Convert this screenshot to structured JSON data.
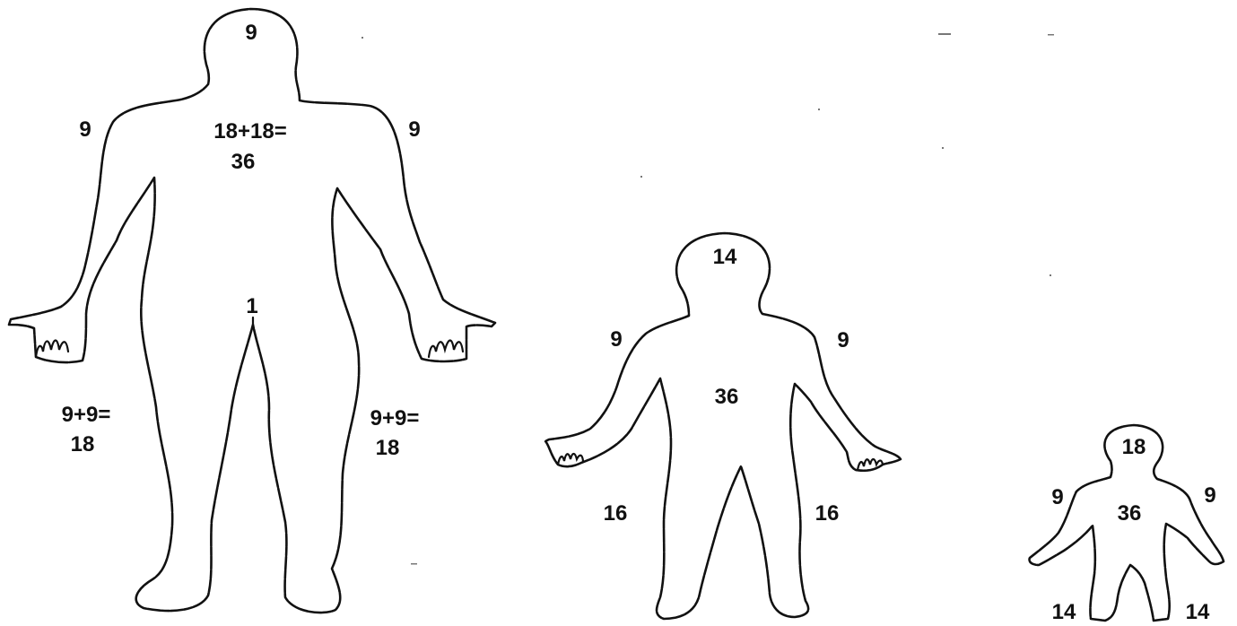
{
  "figures": {
    "adult": {
      "head": "9",
      "left_arm": "9",
      "right_arm": "9",
      "trunk_line1": "18+18=",
      "trunk_line2": "36",
      "perineum": "1",
      "left_leg_line1": "9+9=",
      "left_leg_line2": "18",
      "right_leg_line1": "9+9=",
      "right_leg_line2": "18"
    },
    "child": {
      "head": "14",
      "left_arm": "9",
      "right_arm": "9",
      "trunk": "36",
      "left_leg": "16",
      "right_leg": "16"
    },
    "infant": {
      "head": "18",
      "left_arm": "9",
      "right_arm": "9",
      "trunk": "36",
      "left_leg": "14",
      "right_leg": "14"
    }
  }
}
